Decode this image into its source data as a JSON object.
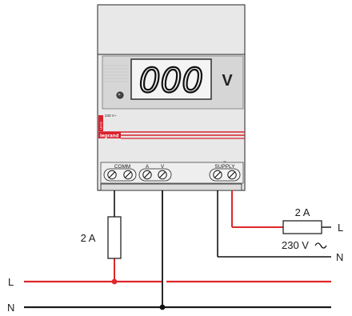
{
  "device": {
    "display_value": "000",
    "display_unit": "V",
    "small_label": "230 V~",
    "brand": "legrand",
    "brand_tag": "LEXIC"
  },
  "terminals": {
    "comm_label": "COMM",
    "a_label": "A",
    "v_label": "V",
    "supply_tilde": "~",
    "supply_label": "SUPPLY"
  },
  "wiring": {
    "fuse_left_label": "2 A",
    "fuse_right_label": "2 A",
    "supply_voltage": "230 V",
    "line_label_left": "L",
    "neutral_label_left": "N",
    "line_label_right": "L",
    "neutral_label_right": "N"
  },
  "colors": {
    "line": "#e0262a",
    "neutral": "#1a1a1a",
    "device_body": "#e6e6e6",
    "display_panel": "#d7d7d7",
    "brand_red": "#d9212d"
  }
}
